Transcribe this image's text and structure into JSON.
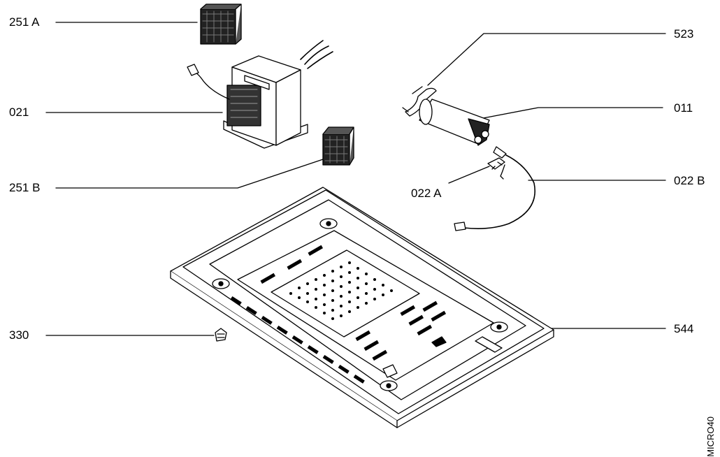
{
  "labels": {
    "l251a": "251 A",
    "l021": "021",
    "l251b": "251 B",
    "l330": "330",
    "l523": "523",
    "l011": "011",
    "l022a": "022 A",
    "l022b": "022 B",
    "l544": "544"
  },
  "drawing_code": "MICRO40"
}
